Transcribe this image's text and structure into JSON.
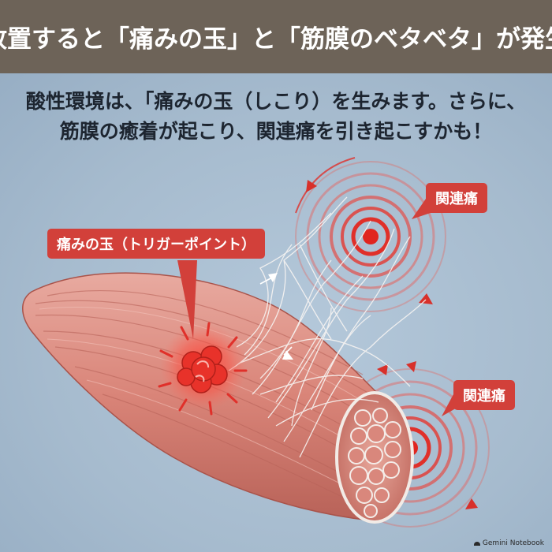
{
  "header": {
    "title": "放置すると「痛みの玉」と「筋膜のベタベタ」が発生"
  },
  "subtitle": {
    "line1": "酸性環境は、「痛みの玉（しこり）を生みます。さらに、",
    "line2": "筋膜の癒着が起こり、関連痛を引き起こすかも！"
  },
  "labels": {
    "trigger_point": "痛みの玉（トリガーポイント）",
    "referred_pain_top": "関連痛",
    "referred_pain_bottom": "関連痛"
  },
  "watermark": {
    "text": "Gemini Notebook"
  },
  "colors": {
    "header_bg": "#6d6358",
    "background": "#a9bed1",
    "label_red": "#d2403a",
    "pain_red": "#e02a25",
    "muscle": "#d98a80"
  }
}
